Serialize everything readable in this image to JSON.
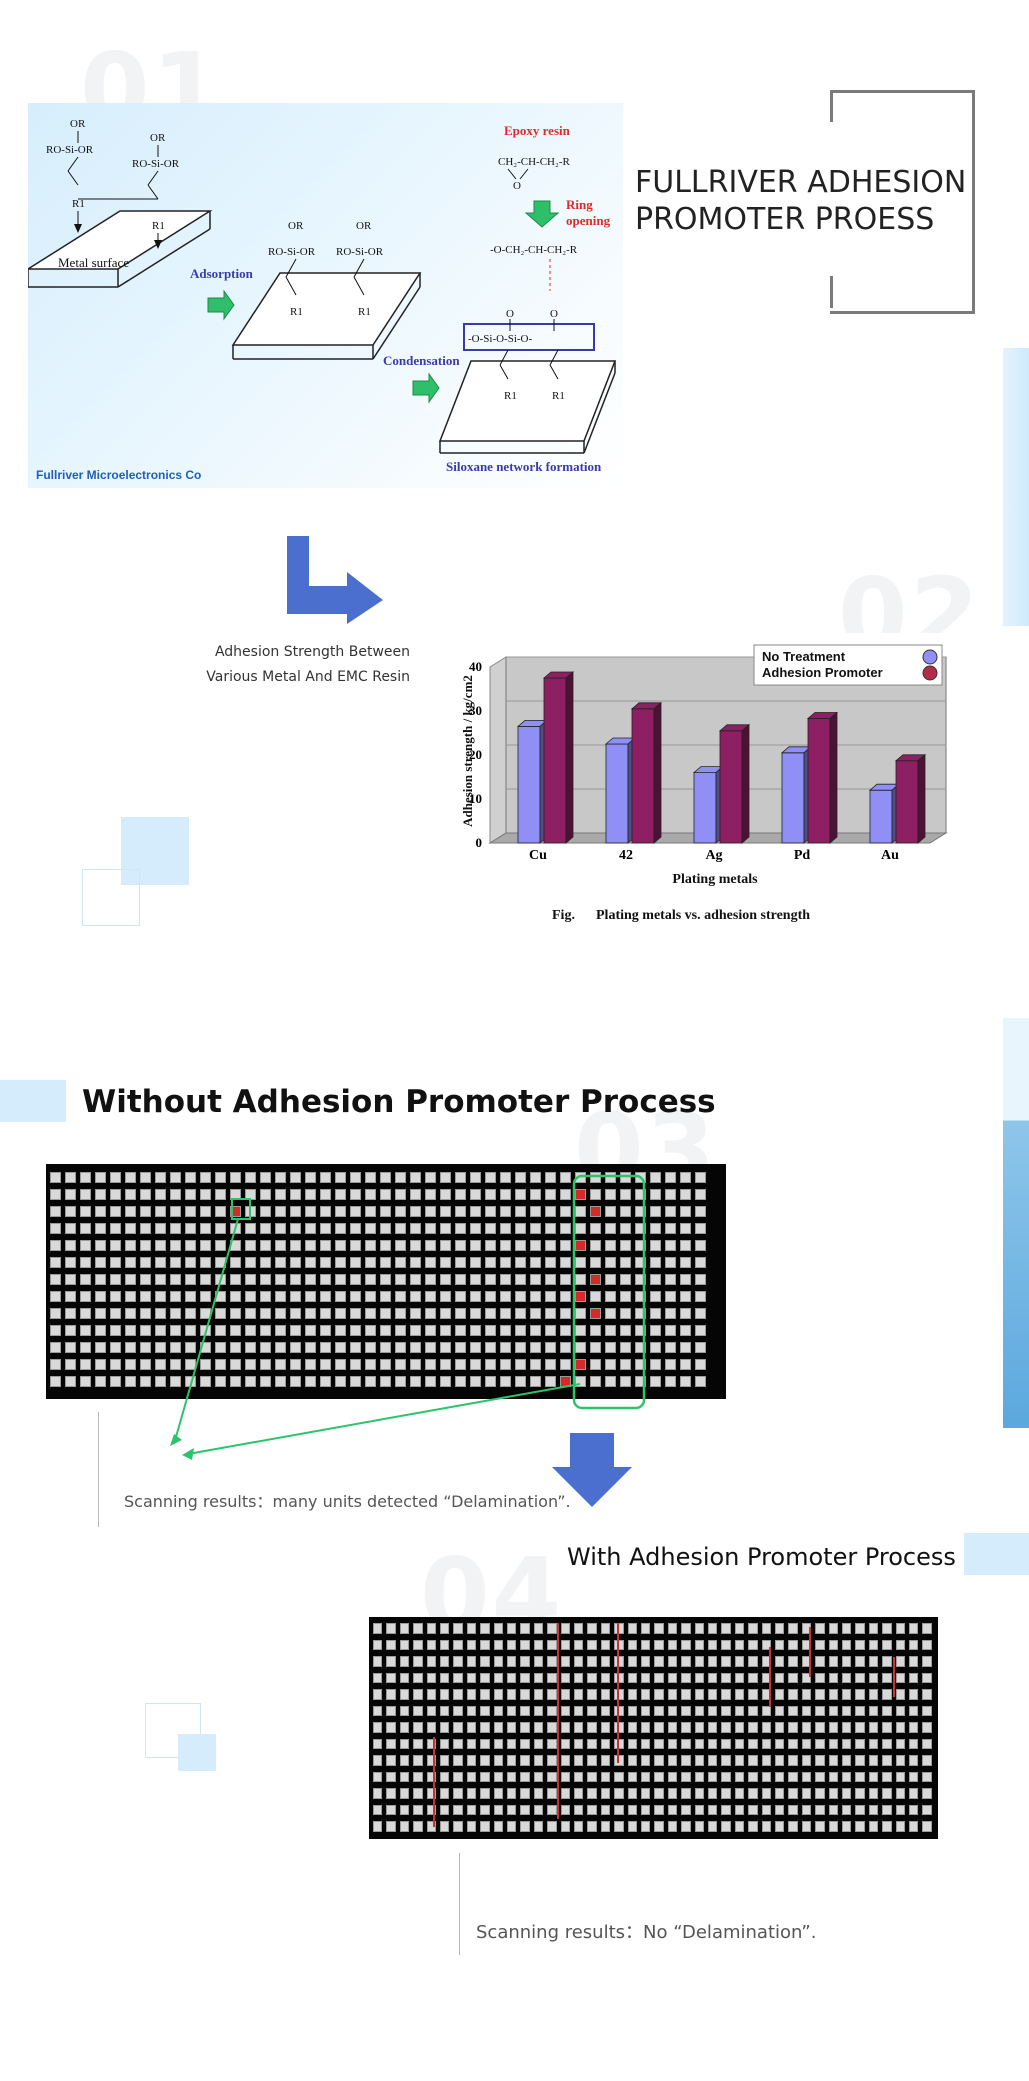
{
  "section_numbers": [
    "01",
    "02",
    "03",
    "04"
  ],
  "title": {
    "line1": "FULLRIVER ADHESION",
    "line2": "PROMOTER PROESS"
  },
  "diagram": {
    "company": "Fullriver Microelectronics Co",
    "epoxy_resin": "Epoxy resin",
    "ring_opening_1": "Ring",
    "ring_opening_2": "opening",
    "metal_surface": "Metal surface",
    "adsorption": "Adsorption",
    "condensation": "Condensation",
    "siloxane": "Siloxane network formation",
    "or": "OR",
    "ro_si_or": "RO-Si-OR",
    "r1": "R1",
    "o": "O",
    "epoxy_formula": "CH₂-CH-CH₂-R",
    "opened_formula": "-O-CH₂-CH-CH₂-R",
    "siloxane_formula": "-O-Si-O-Si-O-"
  },
  "adhesion_caption": {
    "line1": "Adhesion Strength Between",
    "line2": "Various Metal And  EMC Resin"
  },
  "chart_data": {
    "type": "bar",
    "categories": [
      "Cu",
      "42",
      "Ag",
      "Pd",
      "Au"
    ],
    "series": [
      {
        "name": "No Treatment",
        "values": [
          26.5,
          22.5,
          16,
          20.5,
          12
        ],
        "color": "#8f8ff5"
      },
      {
        "name": "Adhesion Promoter",
        "values": [
          37.5,
          30.5,
          25.5,
          28.3,
          18.7
        ],
        "color": "#8e1f62"
      }
    ],
    "ylabel": "Adhesion strength / kg/cm2",
    "xlabel": "Plating metals",
    "caption_fig": "Fig.",
    "caption": "Plating metals vs. adhesion strength",
    "ylim": [
      0,
      40
    ],
    "yticks": [
      "0",
      "10",
      "20",
      "30",
      "40"
    ],
    "legend_position": "top-right",
    "grid": true
  },
  "without": {
    "heading": "Without Adhesion Promoter Process",
    "scan_prefix": "Scanning results：",
    "scan_result": "many units detected “Delamination”."
  },
  "with": {
    "heading": "With Adhesion Promoter Process",
    "scan_prefix": "Scanning results：",
    "scan_result": "No “Delamination”."
  },
  "colors": {
    "accent_blue": "#4a6fcf",
    "light_blue": "#d4ecfb",
    "green_marker": "#2cc46a",
    "defect_red": "#d42a2a"
  }
}
